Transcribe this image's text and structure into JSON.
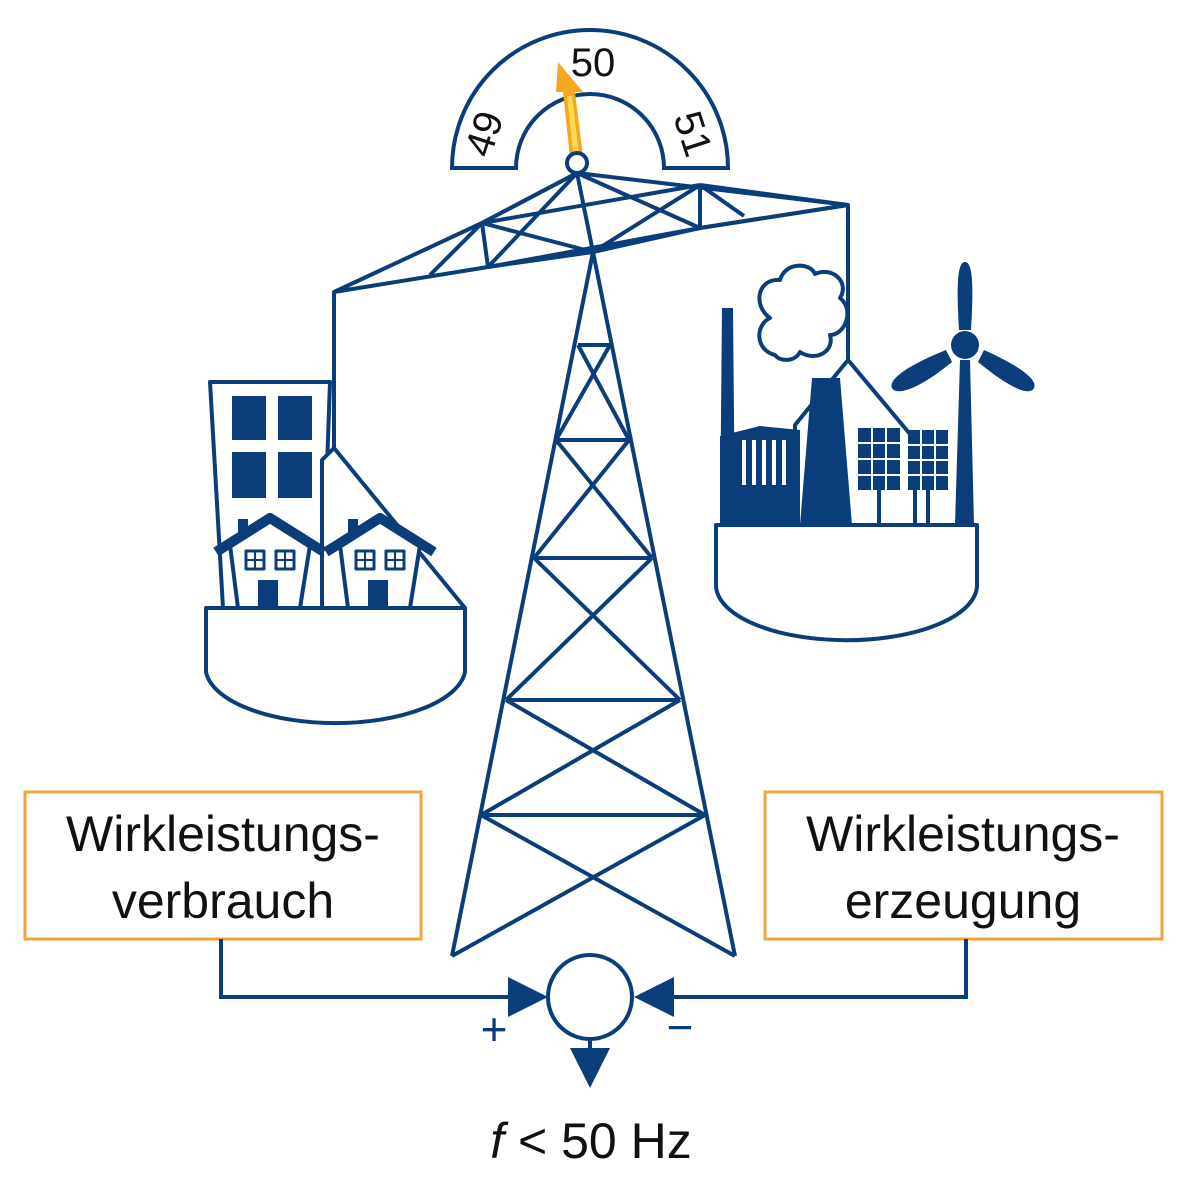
{
  "gauge": {
    "tick_low": "49",
    "tick_mid": "50",
    "tick_high": "51"
  },
  "consumption_box": {
    "line1": "Wirkleistungs-",
    "line2": "verbrauch"
  },
  "generation_box": {
    "line1": "Wirkleistungs-",
    "line2": "erzeugung"
  },
  "summing_junction": {
    "plus_sign": "+",
    "minus_sign": "−"
  },
  "output": {
    "variable": "f",
    "relation": " < 50 Hz"
  },
  "colors": {
    "primary": "#0b3d7a",
    "box_border": "#f2a33a",
    "needle": "#f5a623",
    "needle_core": "#ffd84d"
  }
}
